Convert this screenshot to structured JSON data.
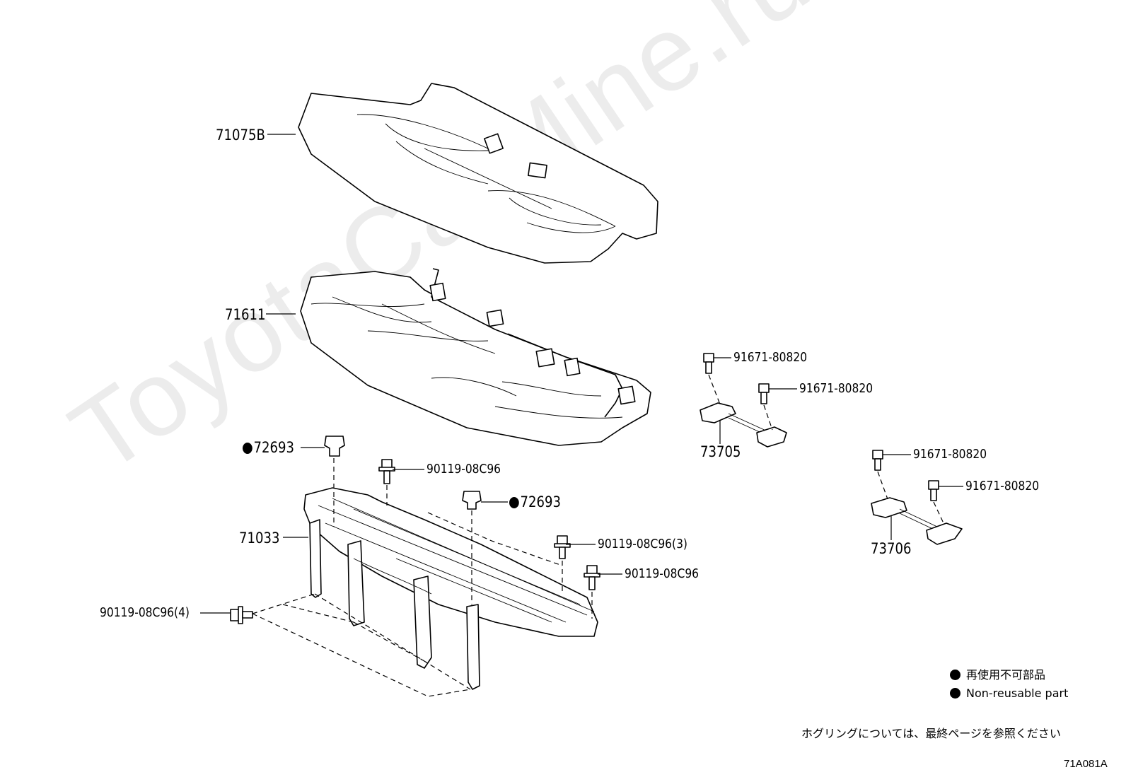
{
  "diagram_id": "71A081A",
  "watermark": "ToyotaCarMine.ru",
  "parts": {
    "seat_cover": "71075B",
    "seat_pad": "71611",
    "seat_frame": "71033",
    "clip_left": "72693",
    "clip_center": "72693",
    "bolt_frame_top": "90119-08C96",
    "bolt_frame_right_3": "90119-08C96(3)",
    "bolt_frame_right": "90119-08C96",
    "bolt_frame_left_4": "90119-08C96(4)",
    "bracket_a": "73705",
    "bracket_a_bolt_1": "91671-80820",
    "bracket_a_bolt_2": "91671-80820",
    "bracket_b": "73706",
    "bracket_b_bolt_1": "91671-80820",
    "bracket_b_bolt_2": "91671-80820"
  },
  "legend": {
    "jp": "再使用不可部品",
    "en": "Non-reusable part"
  },
  "note": "ホグリングについては、最終ページを参照ください"
}
